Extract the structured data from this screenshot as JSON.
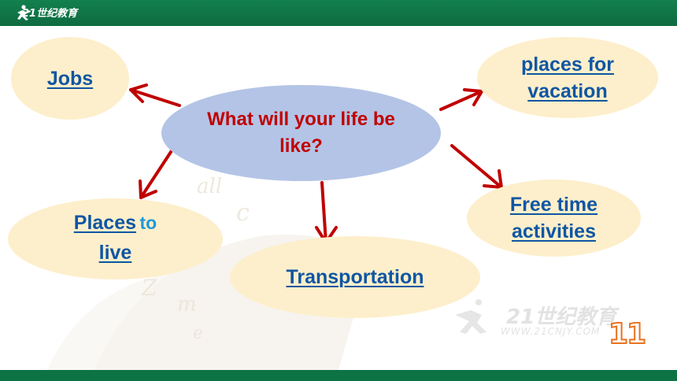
{
  "header": {
    "logo_text": "21世纪教育"
  },
  "mindmap": {
    "center": "What will your life be like?",
    "nodes": {
      "jobs": "Jobs",
      "vacation": "places for vacation",
      "places_main": "Places",
      "places_to": "to",
      "places_live": "live",
      "transportation": "Transportation",
      "free_time": "Free time activities"
    }
  },
  "watermark": {
    "brand": "21世纪教育",
    "url": "WWW.21CNJY.COM"
  },
  "page_number": "11",
  "colors": {
    "header_green": "#13804e",
    "bubble_fill": "#fdefcb",
    "center_fill": "#b3c4e6",
    "link_blue": "#0f56a3",
    "title_red": "#c00000",
    "arrow_red": "#c00000",
    "page_number_orange": "#e8731f"
  }
}
